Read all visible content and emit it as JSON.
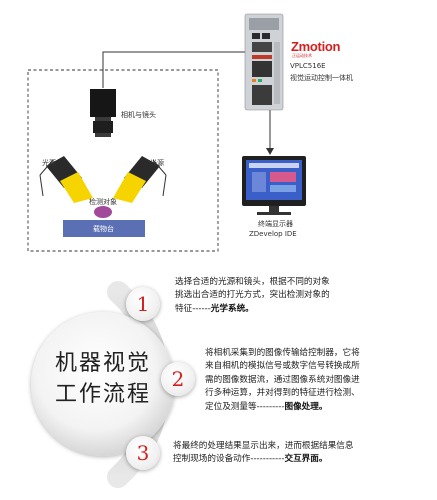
{
  "diagram": {
    "controller": {
      "brand": "Zmotion",
      "brand_sub": "正运动技术",
      "model": "VPLC516E",
      "description": "视觉运动控制一体机"
    },
    "camera_label": "相机与镜头",
    "light_left_label": "光源",
    "light_right_label": "光源",
    "object_label": "检测对象",
    "stage_label": "载物台",
    "monitor": {
      "label": "终端显示器",
      "software": "ZDevelop IDE"
    }
  },
  "workflow": {
    "title_line1": "机器视觉",
    "title_line2": "工作流程",
    "steps": [
      {
        "number": "1",
        "lines": [
          "选择合适的光源和镜头，根据不同的对象",
          "挑选出合适的打光方式，突出检测对象的",
          "特征------"
        ],
        "highlight": "光学系统。"
      },
      {
        "number": "2",
        "lines": [
          "将相机采集到的图像传输给控制器，它将",
          "来自相机的模拟信号或数字信号转换成所",
          "需的图像数据流，通过图像系统对图像进",
          "行多种运算，并对得到的特征进行检测、",
          "定位及测量等---------"
        ],
        "highlight": "图像处理。"
      },
      {
        "number": "3",
        "lines": [
          "将最终的处理结果显示出来，进而根据结果信息",
          "控制现场的设备动作-----------"
        ],
        "highlight": "交互界面。"
      }
    ]
  },
  "colors": {
    "accent_red": "#d21f1f",
    "light_yellow": "#f5d400",
    "object_purple": "#a24a9a",
    "stage_blue": "#5b6fb4",
    "screen_blue": "#3a5fc8"
  }
}
